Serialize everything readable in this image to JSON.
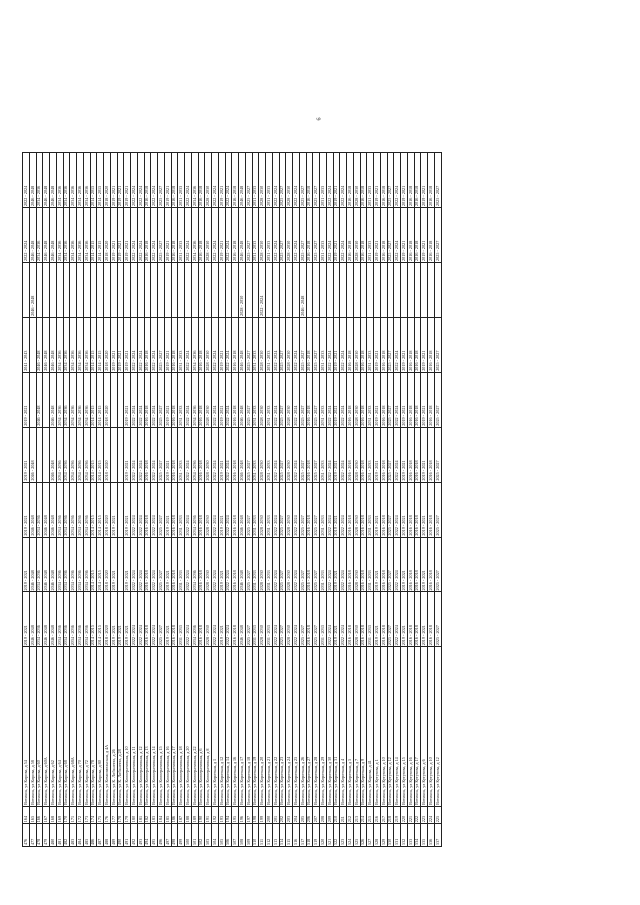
{
  "page_mark": "6",
  "rows": [
    [
      "476",
      "164",
      "Вотинск, ул Кирова, д 54",
      "2019 - 2021",
      "2019 - 2021",
      "2019 - 2021",
      "2019 - 2021",
      "2019 - 2021",
      "2041 - 2043",
      "",
      "2022 - 2024",
      "2022 - 2024"
    ],
    [
      "477",
      "165",
      "Вотинск, ул Кирова, д 58",
      "2046 - 2048",
      "2046 - 2048",
      "2046 - 2048",
      "2046 - 2048",
      "",
      "",
      "2046 - 2048",
      "2046 - 2048",
      "2046 - 2048"
    ],
    [
      "478",
      "166",
      "Вотинск, ул Кирова, д 60",
      "2034 - 2036",
      "2034 - 2036",
      "2034 - 2036",
      "",
      "2046 - 2048",
      "2046 - 2048",
      "",
      "2034 - 2036",
      "2034 - 2036"
    ],
    [
      "479",
      "167",
      "Вотинск, ул Кирова, д 60А",
      "2046 - 2048",
      "2046 - 2048",
      "2046 - 2048",
      "",
      "",
      "2046 - 2048",
      "",
      "2046 - 2048",
      "2046 - 2048"
    ],
    [
      "480",
      "168",
      "Вотинск, ул Кирова, д 62",
      "2046 - 2048",
      "2046 - 2048",
      "2046 - 2048",
      "2046 - 2048",
      "2046 - 2048",
      "2046 - 2048",
      "",
      "2046 - 2048",
      "2046 - 2048"
    ],
    [
      "481",
      "169",
      "Вотинск, ул Кирова, д 64",
      "2034 - 2036",
      "2034 - 2036",
      "2034 - 2036",
      "2034 - 2036",
      "2034 - 2036",
      "2034 - 2036",
      "",
      "2034 - 2036",
      "2034 - 2036"
    ],
    [
      "482",
      "170",
      "Вотинск, ул Кирова, д 68",
      "2034 - 2036",
      "2034 - 2036",
      "2034 - 2036",
      "2034 - 2036",
      "2034 - 2036",
      "2034 - 2036",
      "",
      "2034 - 2036",
      "2034 - 2036"
    ],
    [
      "483",
      "171",
      "Вотинск, ул Кирова, д 68А",
      "2034 - 2036",
      "2034 - 2036",
      "2034 - 2036",
      "2034 - 2036",
      "2034 - 2036",
      "2034 - 2036",
      "",
      "2034 - 2036",
      "2034 - 2036"
    ],
    [
      "484",
      "172",
      "Вотинск, ул Кирова, д 70",
      "2034 - 2036",
      "2034 - 2036",
      "2034 - 2036",
      "2034 - 2036",
      "2034 - 2036",
      "2034 - 2036",
      "",
      "2034 - 2036",
      "2034 - 2036"
    ],
    [
      "485",
      "173",
      "Вотинск, ул Кирова, д 72",
      "2034 - 2036",
      "2034 - 2036",
      "2034 - 2036",
      "2034 - 2036",
      "2034 - 2036",
      "2034 - 2036",
      "",
      "2034 - 2036",
      "2034 - 2036"
    ],
    [
      "486",
      "174",
      "Вотинск, ул Кирова, д 78",
      "2014 - 2015",
      "2014 - 2015",
      "2014 - 2015",
      "2014 - 2015",
      "2014 - 2015",
      "2014 - 2015",
      "",
      "2014 - 2015",
      "2014 - 2015"
    ],
    [
      "487",
      "175",
      "Вотинск, ул Кирова, д 80",
      "2014 - 2015",
      "2014 - 2015",
      "2014 - 2015",
      "2014 - 2015",
      "2014 - 2015",
      "2014 - 2015",
      "",
      "2014 - 2015",
      "2014 - 2015"
    ],
    [
      "488",
      "176",
      "Вотинск, ул Комсомольская, д 4А",
      "2018 - 2020",
      "2018 - 2020",
      "2018 - 2020",
      "2018 - 2020",
      "2018 - 2020",
      "2018 - 2020",
      "",
      "2018 - 2020",
      "2018 - 2020"
    ],
    [
      "489",
      "177",
      "Вотинск, ул К. Либкнехта, д 26",
      "2019 - 2021",
      "2019 - 2021",
      "2019 - 2021",
      "",
      "",
      "2019 - 2021",
      "",
      "2019 - 2021",
      "2019 - 2021"
    ],
    [
      "490",
      "178",
      "Вотинск, ул К. Либкнехта, д 28",
      "2019 - 2021",
      "",
      "",
      "",
      "",
      "2019 - 2021",
      "",
      "2019 - 2021",
      "2019 - 2021"
    ],
    [
      "491",
      "179",
      "Вотинск, ул Кооперативная, д 10",
      "2019 - 2021",
      "2019 - 2021",
      "2019 - 2021",
      "2019 - 2021",
      "2019 - 2021",
      "2019 - 2021",
      "",
      "2019 - 2021",
      "2019 - 2021"
    ],
    [
      "492",
      "180",
      "Вотинск, ул Кооперативная, д 11",
      "2022 - 2024",
      "2022 - 2024",
      "2022 - 2024",
      "2022 - 2024",
      "2022 - 2024",
      "2022 - 2024",
      "",
      "2022 - 2024",
      "2022 - 2024"
    ],
    [
      "493",
      "181",
      "Вотинск, ул Кооперативная, д 12",
      "2022 - 2024",
      "2022 - 2024",
      "2022 - 2024",
      "2022 - 2024",
      "2022 - 2024",
      "2022 - 2024",
      "",
      "2022 - 2024",
      "2022 - 2024"
    ],
    [
      "494",
      "182",
      "Вотинск, ул Кооперативная, д 13",
      "2016 - 2018",
      "2016 - 2018",
      "2016 - 2018",
      "2016 - 2018",
      "2016 - 2018",
      "2016 - 2018",
      "",
      "2016 - 2018",
      "2016 - 2018"
    ],
    [
      "495",
      "183",
      "Вотинск, ул Кооперативная, д 14",
      "2022 - 2024",
      "2022 - 2024",
      "2022 - 2024",
      "2022 - 2024",
      "2022 - 2024",
      "2022 - 2024",
      "",
      "2022 - 2024",
      "2022 - 2024"
    ],
    [
      "496",
      "184",
      "Вотинск, ул Кооперативная, д 15",
      "2025 - 2027",
      "2025 - 2027",
      "2025 - 2027",
      "2025 - 2027",
      "2025 - 2027",
      "2025 - 2027",
      "",
      "2025 - 2027",
      "2025 - 2027"
    ],
    [
      "497",
      "185",
      "Вотинск, ул Кооперативная, д 16",
      "2019 - 2021",
      "2019 - 2021",
      "2019 - 2021",
      "2019 - 2021",
      "2019 - 2021",
      "2019 - 2021",
      "",
      "2019 - 2021",
      "2019 - 2021"
    ],
    [
      "498",
      "186",
      "Вотинск, ул Кооперативная, д 17",
      "2016 - 2018",
      "2016 - 2018",
      "2016 - 2018",
      "2016 - 2018",
      "2016 - 2018",
      "2016 - 2018",
      "",
      "2016 - 2018",
      "2016 - 2018"
    ],
    [
      "499",
      "187",
      "Вотинск, ул Кооперативная, д 18",
      "2031 - 2033",
      "2031 - 2033",
      "2031 - 2033",
      "2031 - 2033",
      "2031 - 2033",
      "2031 - 2033",
      "",
      "2031 - 2033",
      "2031 - 2033"
    ],
    [
      "500",
      "188",
      "Вотинск, ул Кооперативная, д 20",
      "2022 - 2024",
      "2022 - 2024",
      "2022 - 2024",
      "2022 - 2024",
      "2022 - 2024",
      "2022 - 2024",
      "",
      "2022 - 2024",
      "2022 - 2024"
    ],
    [
      "501",
      "189",
      "Вотинск, ул Кооперативная, д 22",
      "2034 - 2036",
      "2034 - 2036",
      "2034 - 2036",
      "2034 - 2036",
      "2034 - 2036",
      "2034 - 2036",
      "",
      "2034 - 2036",
      "2034 - 2036"
    ],
    [
      "502",
      "190",
      "Вотинск, ул Кооперативная, д 6",
      "2016 - 2018",
      "2016 - 2018",
      "2016 - 2018",
      "2016 - 2018",
      "2016 - 2018",
      "2016 - 2018",
      "",
      "2016 - 2018",
      "2016 - 2018"
    ],
    [
      "503",
      "191",
      "Вотинск, ул Кооперативная, д 8",
      "2028 - 2030",
      "2028 - 2030",
      "2028 - 2030",
      "2028 - 2030",
      "2028 - 2030",
      "2028 - 2030",
      "",
      "2028 - 2030",
      "2028 - 2030"
    ],
    [
      "504",
      "192",
      "Вотинск, ул Короткая, д 1",
      "2022 - 2024",
      "2022 - 2024",
      "2022 - 2024",
      "2022 - 2024",
      "2022 - 2024",
      "2022 - 2024",
      "",
      "2022 - 2024",
      "2022 - 2024"
    ],
    [
      "505",
      "193",
      "Вотинск, ул Короткая, д 12",
      "2019 - 2021",
      "2019 - 2021",
      "2019 - 2021",
      "2019 - 2021",
      "2019 - 2021",
      "2019 - 2021",
      "",
      "2019 - 2021",
      "2019 - 2021"
    ],
    [
      "506",
      "194",
      "Вотинск, ул Короткая, д 14",
      "2022 - 2024",
      "2022 - 2024",
      "2022 - 2024",
      "2022 - 2024",
      "2022 - 2024",
      "2022 - 2024",
      "",
      "2022 - 2024",
      "2022 - 2024"
    ],
    [
      "507",
      "195",
      "Вотинск, ул Короткая, д 16",
      "2016 - 2018",
      "2016 - 2018",
      "2016 - 2018",
      "2016 - 2018",
      "2016 - 2018",
      "2016 - 2018",
      "",
      "2016 - 2018",
      "2016 - 2018"
    ],
    [
      "508",
      "196",
      "Вотинск, ул Короткая, д 17",
      "2046 - 2048",
      "2046 - 2048",
      "2046 - 2048",
      "2046 - 2048",
      "2046 - 2048",
      "2046 - 2048",
      "2028 - 2030",
      "2046 - 2048",
      "2046 - 2048"
    ],
    [
      "509",
      "197",
      "Вотинск, ул Короткая, д 18",
      "2025 - 2027",
      "2025 - 2027",
      "2025 - 2027",
      "2025 - 2027",
      "2025 - 2027",
      "2025 - 2027",
      "",
      "2025 - 2027",
      "2025 - 2027"
    ],
    [
      "510",
      "198",
      "Вотинск, ул Короткая, д 19",
      "2031 - 2033",
      "2031 - 2033",
      "2031 - 2033",
      "2031 - 2033",
      "2031 - 2033",
      "2031 - 2033",
      "",
      "2031 - 2033",
      "2031 - 2033"
    ],
    [
      "511",
      "199",
      "Вотинск, ул Короткая, д 20",
      "2028 - 2030",
      "2028 - 2030",
      "2028 - 2030",
      "2028 - 2030",
      "2028 - 2030",
      "2028 - 2030",
      "2022 - 2024",
      "2028 - 2030",
      "2028 - 2030"
    ],
    [
      "512",
      "200",
      "Вотинск, ул Короткая, д 21",
      "2031 - 2033",
      "2031 - 2033",
      "2031 - 2033",
      "2031 - 2033",
      "2031 - 2033",
      "2031 - 2033",
      "",
      "2031 - 2033",
      "2031 - 2033"
    ],
    [
      "513",
      "201",
      "Вотинск, ул Короткая, д 22",
      "2022 - 2024",
      "2022 - 2024",
      "2022 - 2024",
      "2022 - 2024",
      "2022 - 2024",
      "2022 - 2024",
      "",
      "2022 - 2024",
      "2022 - 2024"
    ],
    [
      "514",
      "202",
      "Вотинск, ул Короткая, д 23",
      "2025 - 2027",
      "2025 - 2027",
      "2025 - 2027",
      "2025 - 2027",
      "2025 - 2027",
      "2025 - 2027",
      "",
      "2025 - 2027",
      "2025 - 2027"
    ],
    [
      "515",
      "203",
      "Вотинск, ул Короткая, д 24",
      "2028 - 2030",
      "2028 - 2030",
      "2028 - 2030",
      "2028 - 2030",
      "2028 - 2030",
      "2028 - 2030",
      "",
      "2028 - 2030",
      "2028 - 2030"
    ],
    [
      "516",
      "204",
      "Вотинск, ул Короткая, д 25",
      "2022 - 2024",
      "2022 - 2024",
      "2022 - 2024",
      "2022 - 2024",
      "2022 - 2024",
      "2022 - 2024",
      "",
      "2022 - 2024",
      "2022 - 2024"
    ],
    [
      "517",
      "205",
      "Вотинск, ул Короткая, д 26",
      "2025 - 2027",
      "2025 - 2027",
      "2025 - 2027",
      "2025 - 2027",
      "2025 - 2027",
      "2025 - 2027",
      "2046 - 2048",
      "2025 - 2027",
      "2025 - 2027"
    ],
    [
      "518",
      "206",
      "Вотинск, ул Короткая, д 27",
      "2016 - 2018",
      "2016 - 2018",
      "2016 - 2018",
      "2016 - 2018",
      "2016 - 2018",
      "2016 - 2018",
      "",
      "2016 - 2018",
      "2016 - 2018"
    ],
    [
      "519",
      "207",
      "Вотинск, ул Короткая, д 28",
      "2025 - 2027",
      "2025 - 2027",
      "2025 - 2027",
      "2025 - 2027",
      "2025 - 2027",
      "2025 - 2027",
      "",
      "2025 - 2027",
      "2025 - 2027"
    ],
    [
      "520",
      "208",
      "Вотинск, ул Короткая, д 29",
      "2031 - 2033",
      "2031 - 2033",
      "2031 - 2033",
      "2031 - 2033",
      "2031 - 2033",
      "2031 - 2033",
      "",
      "2031 - 2033",
      "2031 - 2033"
    ],
    [
      "521",
      "209",
      "Вотинск, ул Короткая, д 30",
      "2022 - 2024",
      "2022 - 2024",
      "2022 - 2024",
      "2022 - 2024",
      "2022 - 2024",
      "2022 - 2024",
      "",
      "2022 - 2024",
      "2022 - 2024"
    ],
    [
      "522",
      "210",
      "Вотинск, ул Короткая, д 31",
      "2019 - 2021",
      "2019 - 2021",
      "2019 - 2021",
      "2019 - 2021",
      "2019 - 2021",
      "2019 - 2021",
      "",
      "2019 - 2021",
      "2019 - 2021"
    ],
    [
      "523",
      "211",
      "Вотинск, ул Короткая, д 4",
      "2022 - 2024",
      "2022 - 2024",
      "2022 - 2024",
      "2022 - 2024",
      "2022 - 2024",
      "2022 - 2024",
      "",
      "2022 - 2024",
      "2022 - 2024"
    ],
    [
      "524",
      "212",
      "Вотинск, ул Короткая, д 5",
      "2016 - 2018",
      "2016 - 2018",
      "2016 - 2018",
      "2016 - 2018",
      "2016 - 2018",
      "2016 - 2018",
      "",
      "2016 - 2018",
      "2016 - 2018"
    ],
    [
      "525",
      "213",
      "Вотинск, ул Короткая, д 7",
      "2028 - 2030",
      "2028 - 2030",
      "2028 - 2030",
      "2028 - 2030",
      "2028 - 2030",
      "2028 - 2030",
      "",
      "2028 - 2030",
      "2028 - 2030"
    ],
    [
      "526",
      "214",
      "Вотинск, ул Короткая, д 9",
      "2016 - 2018",
      "2016 - 2018",
      "2016 - 2018",
      "2016 - 2018",
      "2016 - 2018",
      "2016 - 2018",
      "",
      "2016 - 2018",
      "2016 - 2018"
    ],
    [
      "527",
      "215",
      "Вотинск, ул Кирова, д 41",
      "2031 - 2033",
      "2031 - 2033",
      "2031 - 2033",
      "2031 - 2033",
      "2031 - 2033",
      "2031 - 2033",
      "",
      "2031 - 2033",
      "2031 - 2033"
    ],
    [
      "528",
      "216",
      "Вотинск, ул Кутузова, д 1",
      "2019 - 2021",
      "2019 - 2021",
      "2019 - 2021",
      "2019 - 2021",
      "2019 - 2021",
      "2019 - 2021",
      "",
      "2019 - 2021",
      "2019 - 2021"
    ],
    [
      "529",
      "217",
      "Вотинск, ул Кутузова, д 10",
      "2016 - 2018",
      "2016 - 2018",
      "2016 - 2018",
      "2016 - 2018",
      "2016 - 2018",
      "2016 - 2018",
      "",
      "2016 - 2018",
      "2016 - 2018"
    ],
    [
      "530",
      "218",
      "Вотинск, ул Кутузова, д 12",
      "2025 - 2027",
      "2025 - 2027",
      "2025 - 2027",
      "2025 - 2027",
      "2025 - 2027",
      "2025 - 2027",
      "",
      "2025 - 2027",
      "2025 - 2027"
    ],
    [
      "531",
      "219",
      "Вотинск, ул Кутузова, д 14",
      "2022 - 2024",
      "2022 - 2024",
      "2022 - 2024",
      "2022 - 2024",
      "2022 - 2024",
      "2022 - 2024",
      "",
      "2022 - 2024",
      "2022 - 2024"
    ],
    [
      "532",
      "220",
      "Вотинск, ул Кутузова, д 15",
      "2019 - 2021",
      "2019 - 2021",
      "2019 - 2021",
      "2019 - 2021",
      "2019 - 2021",
      "2019 - 2021",
      "",
      "2019 - 2021",
      "2019 - 2021"
    ],
    [
      "533",
      "221",
      "Вотинск, ул Кутузова, д 16",
      "2016 - 2018",
      "2016 - 2018",
      "2016 - 2018",
      "2016 - 2018",
      "2016 - 2018",
      "2016 - 2018",
      "",
      "2016 - 2018",
      "2016 - 2018"
    ],
    [
      "534",
      "222",
      "Вотинск, ул Кутузова, д 17",
      "2016 - 2018",
      "2016 - 2018",
      "2016 - 2018",
      "2016 - 2018",
      "2016 - 2018",
      "2016 - 2018",
      "",
      "2016 - 2018",
      "2016 - 2018"
    ],
    [
      "535",
      "223",
      "Вотинск, ул Кутузова, д 6",
      "2019 - 2021",
      "2019 - 2021",
      "2019 - 2021",
      "2019 - 2021",
      "2019 - 2021",
      "2019 - 2021",
      "",
      "2019 - 2021",
      "2019 - 2021"
    ],
    [
      "536",
      "224",
      "Вотинск, ул Кутузова, д 10",
      "2016 - 2018",
      "2016 - 2018",
      "2016 - 2018",
      "2016 - 2018",
      "2016 - 2018",
      "2016 - 2018",
      "",
      "2016 - 2018",
      "2016 - 2018"
    ],
    [
      "537",
      "225",
      "Вотинск, ул Кутузова, д 12",
      "2025 - 2027",
      "2025 - 2027",
      "2025 - 2027",
      "2025 - 2027",
      "2025 - 2027",
      "2025 - 2027",
      "",
      "2025 - 2027",
      "2025 - 2027"
    ]
  ]
}
